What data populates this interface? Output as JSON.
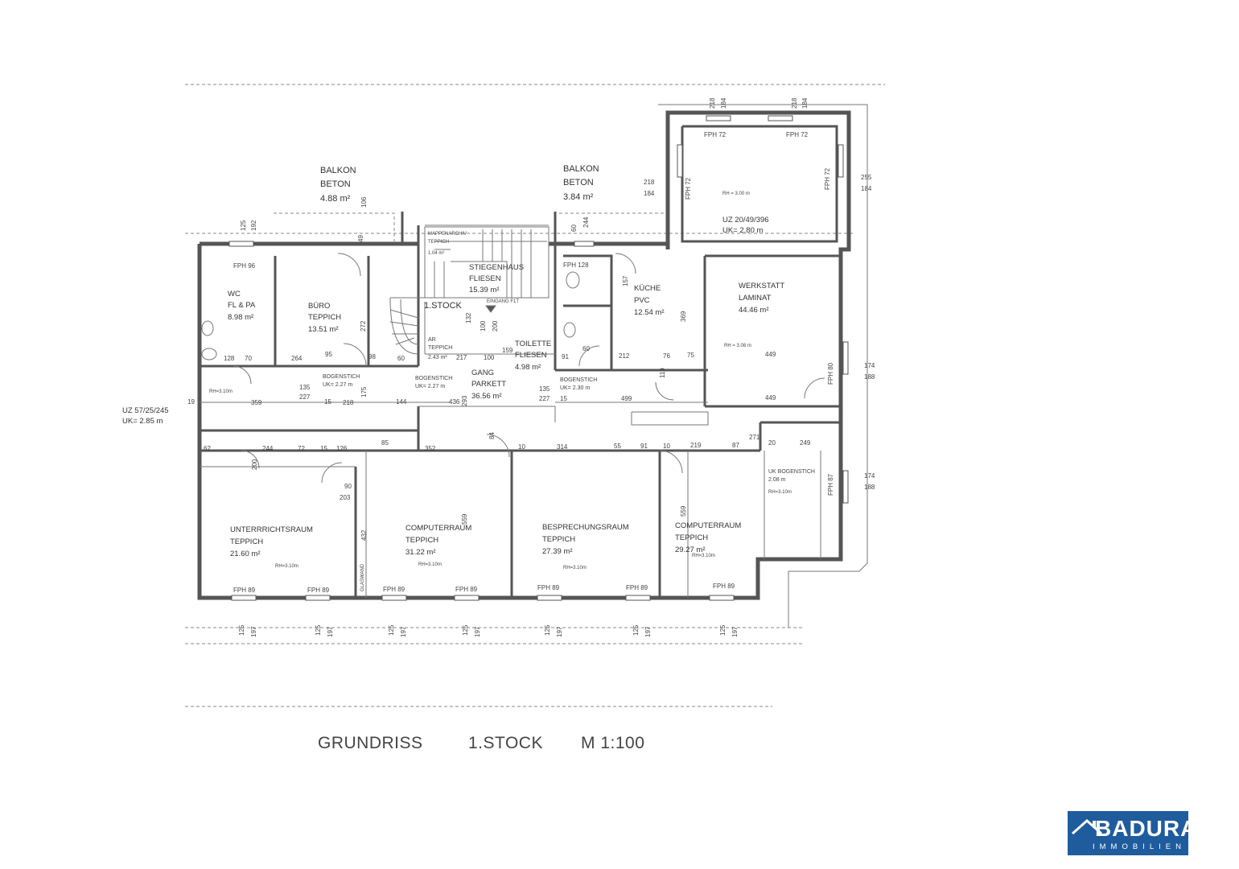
{
  "balconies": [
    {
      "name": "BALKON",
      "material": "BETON",
      "area": "4.88 m²"
    },
    {
      "name": "BALKON",
      "material": "BETON",
      "area": "3.84 m²"
    }
  ],
  "rooms": {
    "wc": {
      "name": "WC",
      "floor": "FL & PA",
      "area": "8.98 m²"
    },
    "buero": {
      "name": "BÜRO",
      "floor": "TEPPICH",
      "area": "13.51 m²"
    },
    "stiegenhaus": {
      "name": "STIEGENHAUS",
      "floor": "FLIESEN",
      "area": "15.39 m²"
    },
    "stock": "1.STOCK",
    "eingang": "EINGANG F1T",
    "toilette": {
      "name": "TOILETTE",
      "floor": "FLIESEN",
      "area": "4.98 m²"
    },
    "kueche": {
      "name": "KÜCHE",
      "floor": "PVC",
      "area": "12.54 m²"
    },
    "werkstatt": {
      "name": "WERKSTATT",
      "floor": "LAMINAT",
      "area": "44.46 m²"
    },
    "gang": {
      "name": "GANG",
      "floor": "PARKETT",
      "area": "36.56 m²"
    },
    "ar": {
      "name": "AR",
      "floor": "TEPPICH",
      "area": "2.43 m²"
    },
    "unterricht": {
      "name": "UNTERRRICHTSRAUM",
      "floor": "TEPPICH",
      "area": "21.60 m²"
    },
    "computer1": {
      "name": "COMPUTERRAUM",
      "floor": "TEPPICH",
      "area": "31.22 m²"
    },
    "besprechung": {
      "name": "BESPRECHUNGSRAUM",
      "floor": "TEPPICH",
      "area": "27.39 m²"
    },
    "computer2": {
      "name": "COMPUTERRAUM",
      "floor": "TEPPICH",
      "area": "29.27 m²"
    }
  },
  "notes": {
    "uz_left": "UZ 57/25/245",
    "uk_left": "UK= 2.85 m",
    "uz_right": "UZ 20/49/396",
    "uk_right": "UK= 2.80 m",
    "bogenstich": "BOGENSTICH",
    "bogenstich_uk1": "UK= 2.27 m",
    "bogenstich_uk2": "UK= 2.27 m",
    "bogenstich_uk3": "UK= 2.30 m",
    "uk_bogenstich": "UK BOGENSTICH",
    "uk_bogenstich_val": "2.08 m",
    "rh_310": "RH=3.10m",
    "rh_308": "RH = 3.08 m",
    "rh_300": "RH = 3.00 m",
    "mappenarchiv": "MAPPENARCHIV",
    "teppich": "TEPPICH",
    "mappen_area": "1.04 m²",
    "glaswand": "GLASWAND"
  },
  "windows": {
    "fph96": "FPH 96",
    "fph128": "FPH 128",
    "fph72": "FPH 72",
    "fph80": "FPH 80",
    "fph87": "FPH 87",
    "fph89": "FPH 89"
  },
  "dimensions": {
    "d125": "125",
    "d192": "192",
    "d49": "49",
    "d106": "106",
    "d244": "244",
    "d218": "218",
    "d184": "184",
    "d255": "255",
    "d174": "174",
    "d188": "188",
    "d128": "128",
    "d70": "70",
    "d264": "264",
    "d95": "95",
    "d98": "98",
    "d60": "60",
    "d217": "217",
    "d100": "100",
    "d159": "159",
    "d91": "91",
    "d212": "212",
    "d76": "76",
    "d75": "75",
    "d449": "449",
    "d449b": "449",
    "d135": "135",
    "d227": "227",
    "d359": "359",
    "d15": "15",
    "d218b": "218",
    "d144": "144",
    "d436": "436",
    "d135b": "135",
    "d227b": "227",
    "d15b": "15",
    "d499": "499",
    "d19": "19",
    "d62": "62",
    "d244b": "244",
    "d72": "72",
    "d15c": "15",
    "d126": "126",
    "d85": "85",
    "d352": "352",
    "d10": "10",
    "d314": "314",
    "d55": "55",
    "d91b": "91",
    "d10b": "10",
    "d219": "219",
    "d87": "87",
    "d271": "271",
    "d20": "20",
    "d249": "249",
    "d90": "90",
    "d203": "203",
    "d432": "432",
    "d559": "559",
    "d559b": "559",
    "d369": "369",
    "d272": "272",
    "d197": "197",
    "d200": "200",
    "d110": "110",
    "d157": "157",
    "d132": "132",
    "d175": "175",
    "d293": "293",
    "d84": "84"
  },
  "caption": {
    "title": "GRUNDRISS",
    "floor": "1.STOCK",
    "scale": "M 1:100"
  },
  "logo": {
    "name": "BADURA",
    "sub": "IMMOBILIEN",
    "color": "#1f5c9e"
  }
}
